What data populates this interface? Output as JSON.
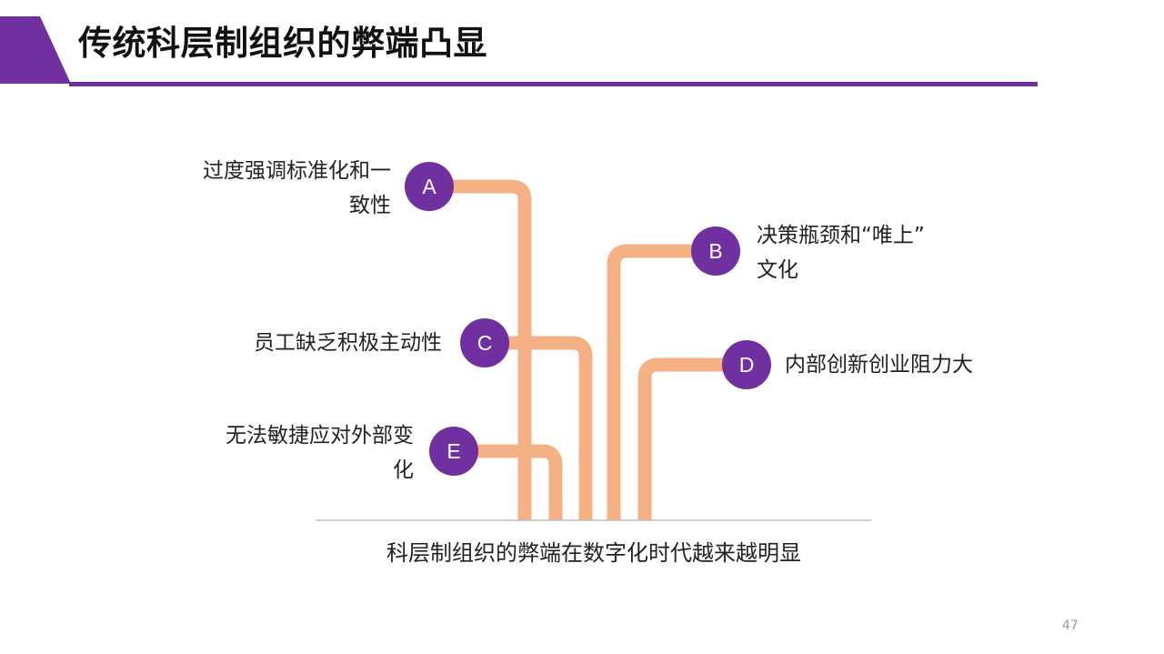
{
  "slide": {
    "title": "传统科层制组织的弊端凸显",
    "caption": "科层制组织的弊端在数字化时代越来越明显",
    "page_number": "47"
  },
  "diagram": {
    "items": [
      {
        "letter": "A",
        "label": "过度强调标准化和一致性",
        "line1": "过度强调标准化和一",
        "line2": "致性"
      },
      {
        "letter": "B",
        "label": "决策瓶颈和“唯上”文化",
        "line1": "决策瓶颈和“唯上”",
        "line2": "文化"
      },
      {
        "letter": "C",
        "label": "员工缺乏积极主动性"
      },
      {
        "letter": "D",
        "label": "内部创新创业阻力大"
      },
      {
        "letter": "E",
        "label": "无法敏捷应对外部变化",
        "line1": "无法敏捷应对外部变",
        "line2": "化"
      }
    ]
  },
  "colors": {
    "accent": "#7030a0",
    "pipe": "#f4b183",
    "baseline": "#bfbfbf"
  }
}
